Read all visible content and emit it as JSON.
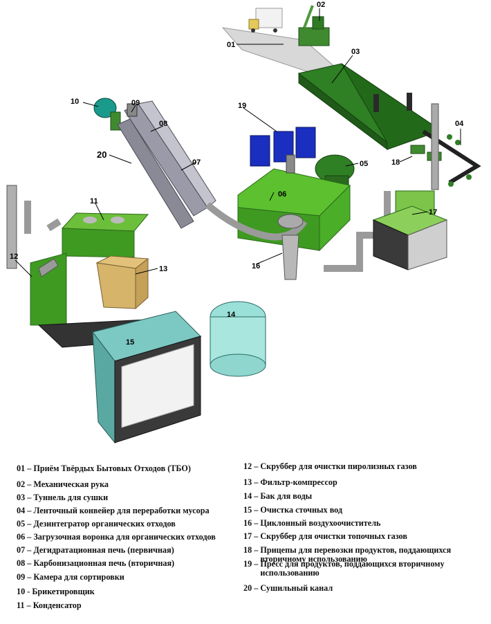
{
  "diagram": {
    "callouts": [
      "01",
      "02",
      "03",
      "04",
      "05",
      "06",
      "07",
      "08",
      "09",
      "10",
      "11",
      "12",
      "13",
      "14",
      "15",
      "16",
      "17",
      "18",
      "19",
      "20"
    ]
  },
  "legend": {
    "left": [
      {
        "code": "01",
        "sep": " – ",
        "text": "Приём Твёрдых Бытовых Отходов (ТБО)"
      },
      {
        "code": "02",
        "sep": " – ",
        "text": "Механическая рука"
      },
      {
        "code": "03",
        "sep": " – ",
        "text": "Туннель для сушки"
      },
      {
        "code": "04",
        "sep": " – ",
        "text": "Ленточный конвейер для переработки мусора"
      },
      {
        "code": "05",
        "sep": " – ",
        "text": "Дезинтегратор органических отходов"
      },
      {
        "code": "06",
        "sep": " – ",
        "text": "Загрузочная воронка для органических отходов"
      },
      {
        "code": "07",
        "sep": " – ",
        "text": "Дегидратационная печь (первичная)"
      },
      {
        "code": "08",
        "sep": " – ",
        "text": "Карбонизационная печь (вторичная)"
      },
      {
        "code": "09",
        "sep": " – ",
        "text": "Камера для сортировки"
      },
      {
        "code": "10",
        "sep": " - ",
        "text": "Брикетировщик"
      },
      {
        "code": "11",
        "sep": " – ",
        "text": "Конденсатор"
      }
    ],
    "right": [
      {
        "code": "12",
        "sep": " – ",
        "text": "Скруббер для очистки пиролизных газов"
      },
      {
        "code": "13",
        "sep": " – ",
        "text": "Фильтр-компрессор"
      },
      {
        "code": "14",
        "sep": " – ",
        "text": "Бак для воды"
      },
      {
        "code": "15",
        "sep": " – ",
        "text": "Очистка сточных вод"
      },
      {
        "code": "16",
        "sep": " – ",
        "text": "Циклонный воздухоочиститель"
      },
      {
        "code": "17",
        "sep": " – ",
        "text": "Скруббер для очистки топочных газов"
      },
      {
        "code": "18",
        "sep": " – ",
        "text": "Прицепы для перевозки продуктов, поддающихся вторичному использованию"
      },
      {
        "code": "19",
        "sep": " – ",
        "text": "Пресс для продуктов, поддающихся вторичному использованию"
      },
      {
        "code": "20",
        "sep": " – ",
        "text": "Сушильный канал"
      }
    ]
  }
}
